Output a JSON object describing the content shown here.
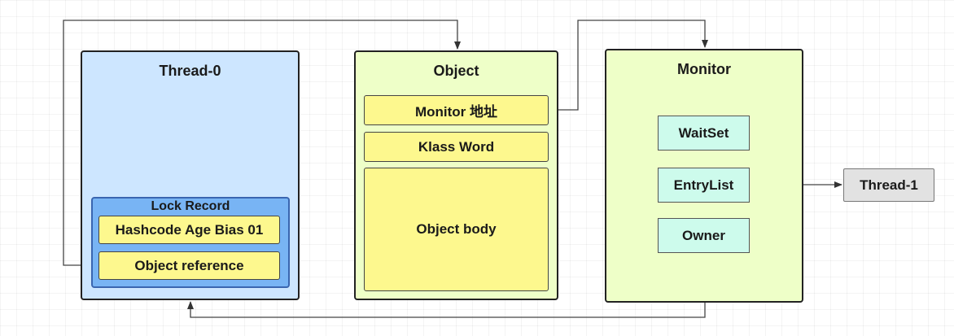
{
  "thread0": {
    "title": "Thread-0"
  },
  "lock_record": {
    "title": "Lock Record",
    "hashcode_label": "Hashcode Age Bias 01",
    "object_ref_label": "Object reference"
  },
  "object": {
    "title": "Object",
    "monitor_addr_label": "Monitor 地址",
    "klass_word_label": "Klass Word",
    "body_label": "Object body"
  },
  "monitor": {
    "title": "Monitor",
    "waitset_label": "WaitSet",
    "entrylist_label": "EntryList",
    "owner_label": "Owner"
  },
  "thread1": {
    "label": "Thread-1"
  },
  "colors": {
    "thread_panel": "#cde6ff",
    "object_panel": "#eeffc8",
    "monitor_panel": "#eeffc8",
    "lock_record": "#78b4f4",
    "field_yellow": "#fdf88e",
    "monitor_field": "#cdfbec",
    "thread1_box": "#e2e2e2"
  }
}
